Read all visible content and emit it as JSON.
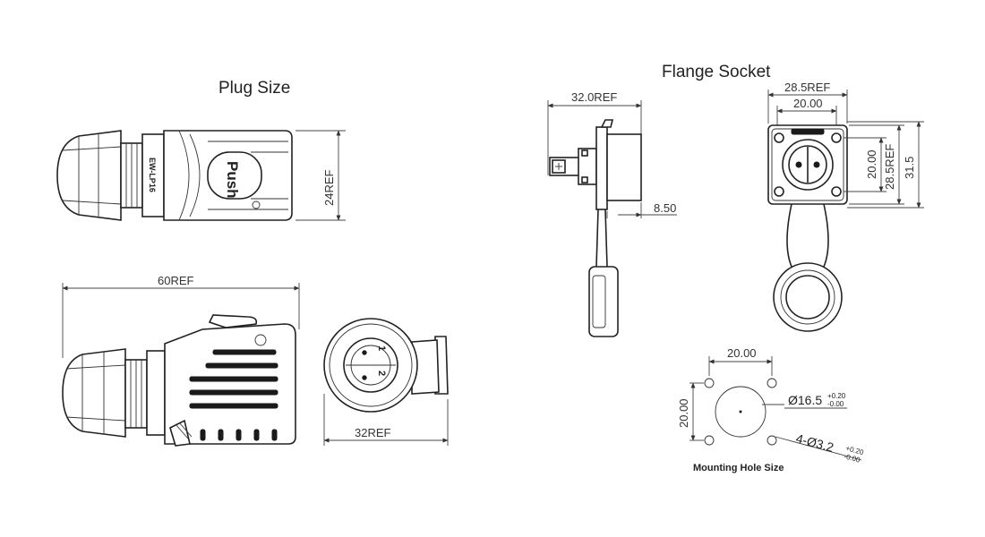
{
  "titles": {
    "plug": "Plug Size",
    "flange": "Flange Socket",
    "mounting": "Mounting Hole Size"
  },
  "plug": {
    "body_text_1": "EW-LP16",
    "body_text_2": "Push",
    "dims": {
      "height": "24REF",
      "length": "60REF",
      "width": "32REF"
    },
    "pin_1": "1",
    "pin_2": "2"
  },
  "flange": {
    "dims": {
      "depth": "32.0REF",
      "flange_thickness": "8.50",
      "outer_width": "28.5REF",
      "hole_spacing_w": "20.00",
      "hole_spacing_h": "20.00",
      "outer_height": "28.5REF",
      "total_height": "31.5"
    }
  },
  "mounting": {
    "spacing_w": "20.00",
    "spacing_h": "20.00",
    "center_hole": "Ø16.5",
    "center_tol_plus": "+0.20",
    "center_tol_minus": "-0.00",
    "holes": "4-Ø3.2",
    "holes_tol_plus": "+0.20",
    "holes_tol_minus": "-0.00"
  },
  "colors": {
    "ink": "#222222",
    "background": "#ffffff"
  }
}
